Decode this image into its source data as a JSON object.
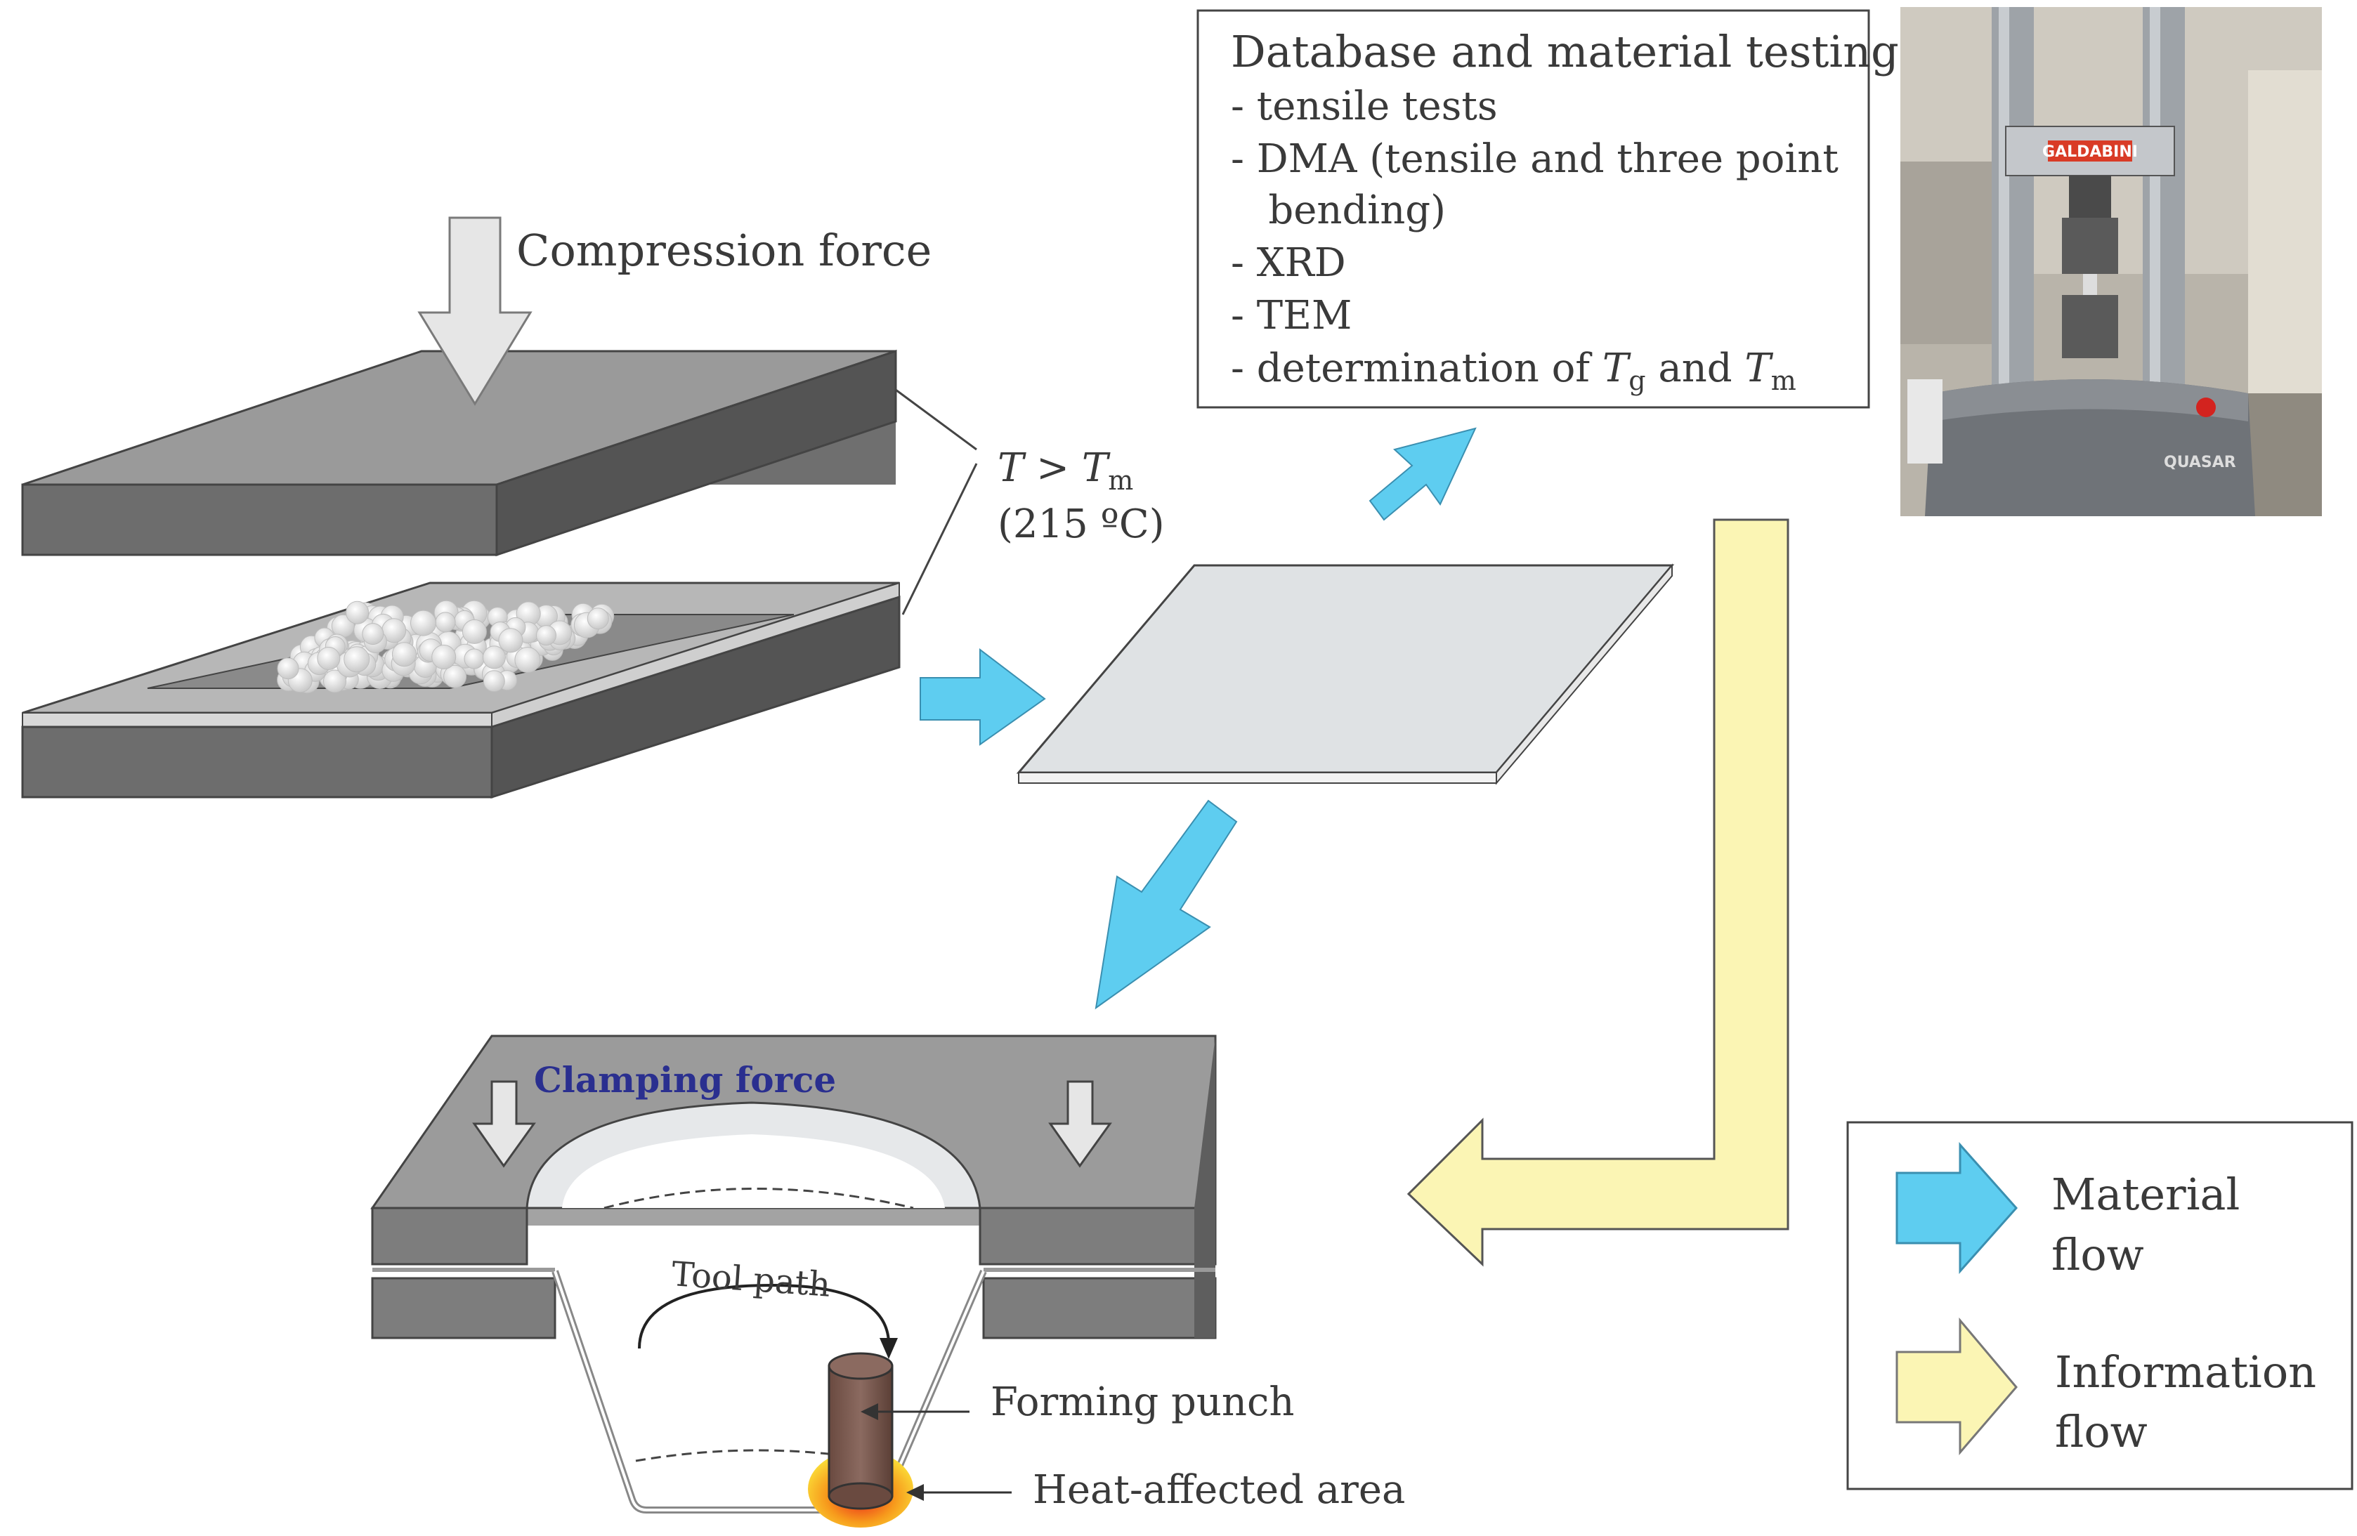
{
  "compression": {
    "label": "Compression force",
    "temp_T": "T",
    "temp_gt": " > ",
    "temp_Tm": "T",
    "temp_m": "m",
    "temp_value": "(215 ºC)"
  },
  "testing": {
    "heading": "Database and material testing:",
    "items": [
      "- tensile tests",
      "- DMA (tensile and three point",
      "   bending)",
      "- XRD",
      "- TEM"
    ],
    "last_prefix": "- determination of ",
    "last_T1": "T",
    "last_g": "g",
    "last_and": " and ",
    "last_T2": "T",
    "last_m": "m"
  },
  "photo": {
    "brand": "GALDABINI",
    "model": "QUASAR"
  },
  "forming": {
    "clamping": "Clamping force",
    "tool_path": "Tool path",
    "punch": "Forming punch",
    "heat": "Heat-affected area"
  },
  "legend": {
    "material_line1": "Material",
    "material_line2": "flow",
    "info_line1": "Information",
    "info_line2": "flow"
  },
  "colors": {
    "material_flow": "#5ecdf0",
    "information_flow": "#fbf5b4",
    "plate_dark": "#7d7d7d",
    "plate_light": "#d4d6d8"
  }
}
